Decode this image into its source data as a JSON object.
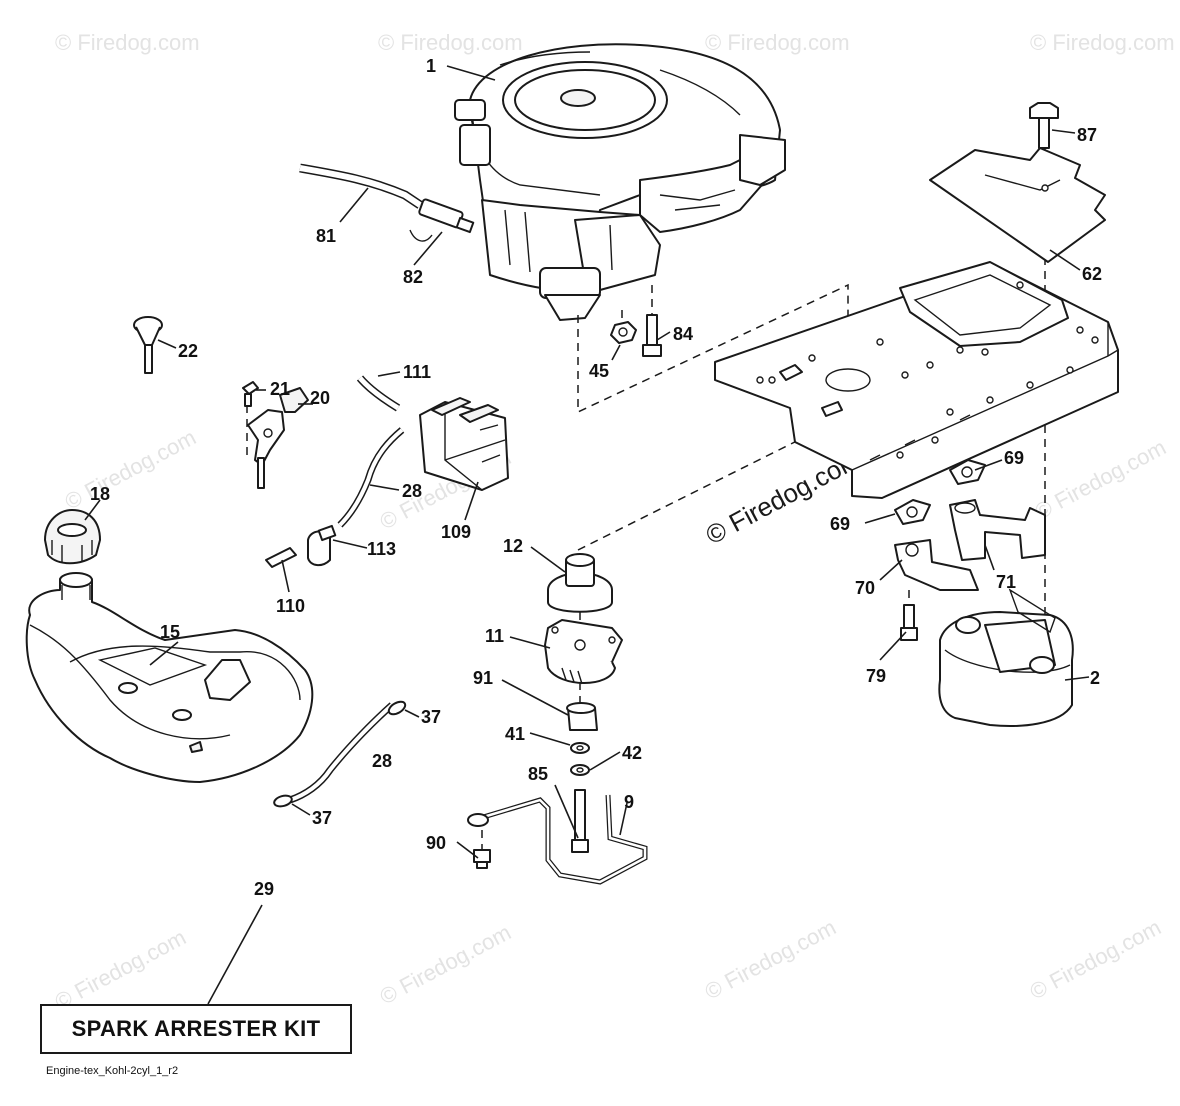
{
  "watermark": {
    "text": "© Firedog.com"
  },
  "callouts": [
    {
      "id": "c1",
      "label": "1"
    },
    {
      "id": "c2",
      "label": "2"
    },
    {
      "id": "c9",
      "label": "9"
    },
    {
      "id": "c11",
      "label": "11"
    },
    {
      "id": "c12",
      "label": "12"
    },
    {
      "id": "c15",
      "label": "15"
    },
    {
      "id": "c18",
      "label": "18"
    },
    {
      "id": "c20",
      "label": "20"
    },
    {
      "id": "c21",
      "label": "21"
    },
    {
      "id": "c22",
      "label": "22"
    },
    {
      "id": "c28a",
      "label": "28"
    },
    {
      "id": "c28b",
      "label": "28"
    },
    {
      "id": "c29",
      "label": "29"
    },
    {
      "id": "c37a",
      "label": "37"
    },
    {
      "id": "c37b",
      "label": "37"
    },
    {
      "id": "c41",
      "label": "41"
    },
    {
      "id": "c42",
      "label": "42"
    },
    {
      "id": "c45",
      "label": "45"
    },
    {
      "id": "c62",
      "label": "62"
    },
    {
      "id": "c69a",
      "label": "69"
    },
    {
      "id": "c69b",
      "label": "69"
    },
    {
      "id": "c70",
      "label": "70"
    },
    {
      "id": "c71",
      "label": "71"
    },
    {
      "id": "c79",
      "label": "79"
    },
    {
      "id": "c81",
      "label": "81"
    },
    {
      "id": "c82",
      "label": "82"
    },
    {
      "id": "c84",
      "label": "84"
    },
    {
      "id": "c85",
      "label": "85"
    },
    {
      "id": "c87",
      "label": "87"
    },
    {
      "id": "c90",
      "label": "90"
    },
    {
      "id": "c91",
      "label": "91"
    },
    {
      "id": "c109",
      "label": "109"
    },
    {
      "id": "c110",
      "label": "110"
    },
    {
      "id": "c111",
      "label": "111"
    },
    {
      "id": "c113",
      "label": "113"
    }
  ],
  "kit_label": "SPARK ARRESTER KIT",
  "diagram_caption": "Engine-tex_Kohl-2cyl_1_r2"
}
